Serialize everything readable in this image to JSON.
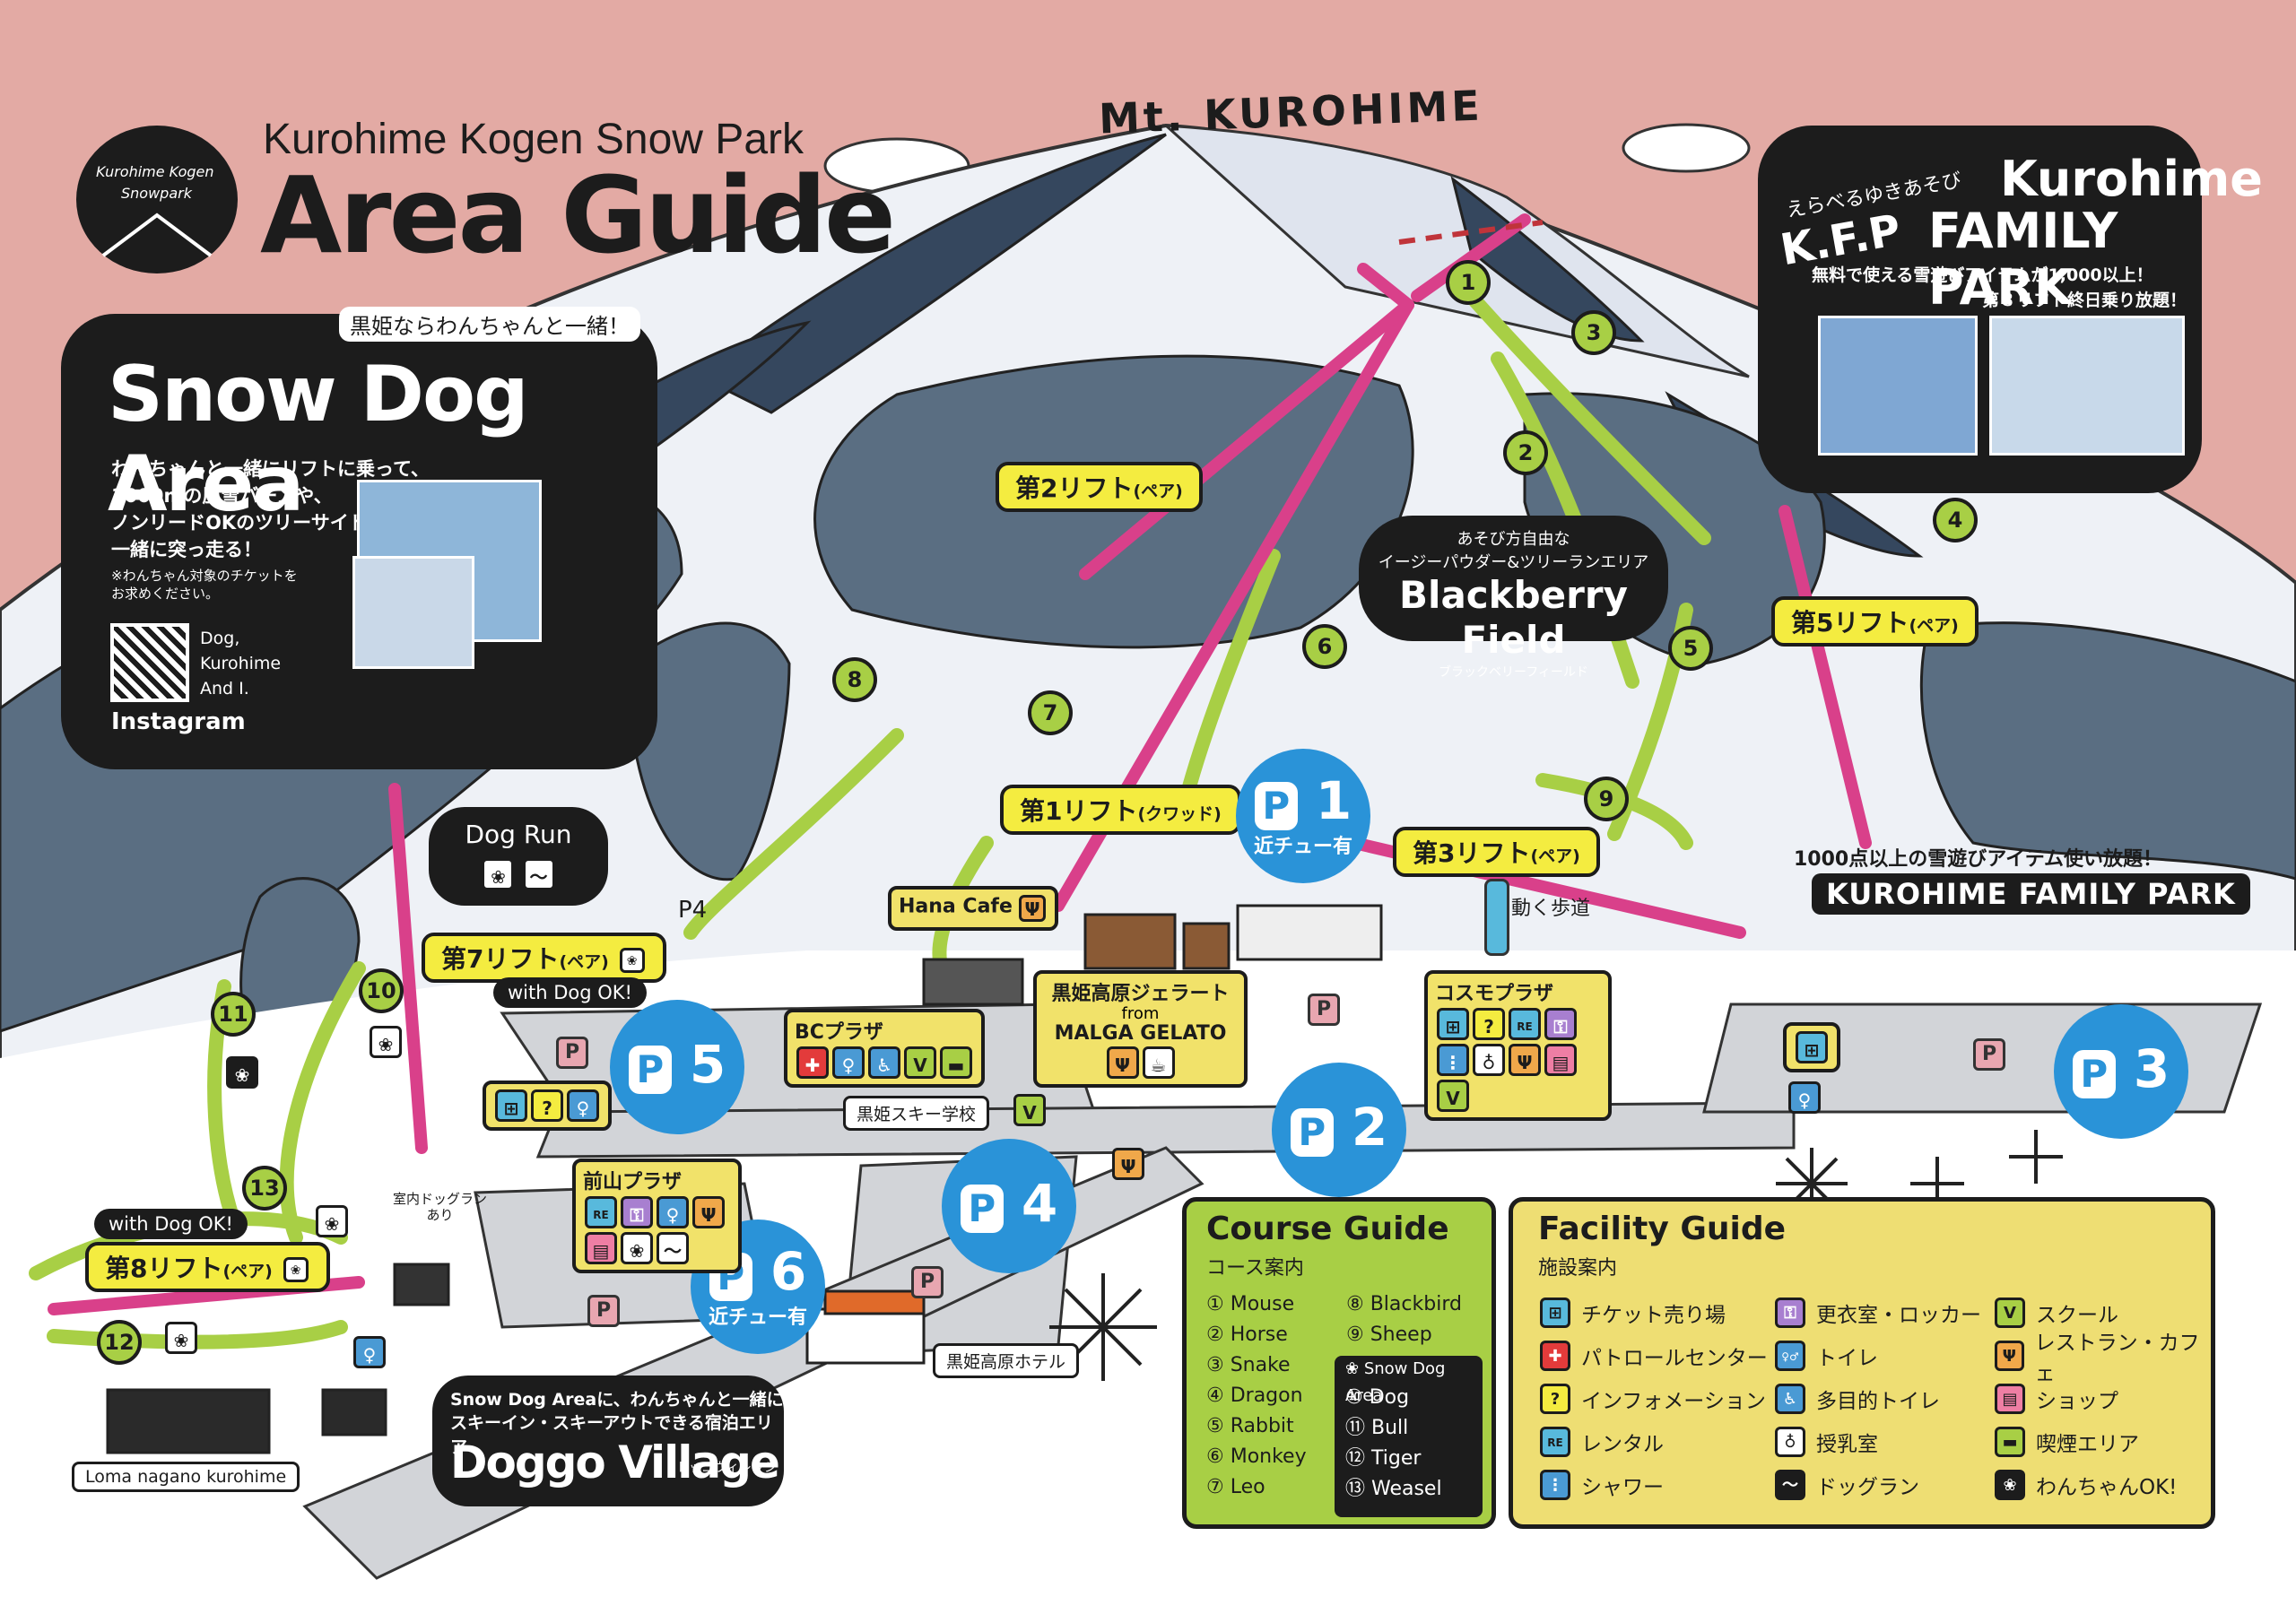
{
  "header": {
    "park_name": "Kurohime Kogen Snow Park",
    "title": "Area Guide",
    "logo_text_1": "Kurohime Kogen",
    "logo_text_2": "Snowpark",
    "mountain_name": "Mt. KUROHIME"
  },
  "snow_dog_area": {
    "tagline": "黒姫ならわんちゃんと一緒！",
    "title": "Snow Dog Area",
    "description_1": "わんちゃんと一緒にリフトに乗って、",
    "description_2": "1000mの圧雪バーンや、",
    "description_3": "ノンリードOKのツリーサイドコースを",
    "description_4": "一緒に突っ走る！",
    "note_1": "※わんちゃん対象のチケットを",
    "note_2": "お求めください。",
    "qr_caption_1": "Dog,",
    "qr_caption_2": "Kurohime",
    "qr_caption_3": "And I.",
    "instagram": "Instagram"
  },
  "dog_run": {
    "label": "Dog Run"
  },
  "family_park": {
    "subtitle": "えらべるゆきあそび",
    "kfp": "K.F.P",
    "title_1": "Kurohime",
    "title_2": "FAMILY PARK",
    "desc_1": "無料で使える雪遊びアイテムが1,000以上！",
    "desc_2": "第３リフト終日乗り放題！",
    "banner_tag": "1000点以上の雪遊びアイテム使い放題！",
    "banner": "KUROHIME FAMILY PARK"
  },
  "blackberry": {
    "tagline_1": "あそび方自由な",
    "tagline_2": "イージーパウダー&ツリーランエリア",
    "title": "Blackberry Field",
    "reading": "ブラックベリーフィールド"
  },
  "lifts": {
    "lift1": "第1リフト",
    "lift1_type": "(クワッド)",
    "lift2": "第2リフト",
    "lift2_type": "(ペア)",
    "lift3": "第3リフト",
    "lift3_type": "(ペア)",
    "lift5": "第5リフト",
    "lift5_type": "(ペア)",
    "lift7": "第7リフト",
    "lift7_type": "(ペア)",
    "lift8": "第8リフト",
    "lift8_type": "(ペア)"
  },
  "with_dog_ok": "with Dog OK!",
  "course_numbers": [
    "1",
    "2",
    "3",
    "4",
    "5",
    "6",
    "7",
    "8",
    "9",
    "10",
    "11",
    "12",
    "13"
  ],
  "parking": {
    "p1": "1",
    "p1_note": "近チュー有",
    "p2": "2",
    "p3": "3",
    "p4": "4",
    "p5": "5",
    "p6": "6",
    "p6_note": "近チュー有",
    "p_letter": "P",
    "p4_small": "P4"
  },
  "places": {
    "hana_cafe": "Hana Cafe",
    "moving_walk": "動く歩道",
    "cosmo_plaza": "コスモプラザ",
    "gelato_1": "黒姫高原ジェラート",
    "gelato_2": "from",
    "gelato_3": "MALGA GELATO",
    "bc_plaza": "BCプラザ",
    "ski_school": "黒姫スキー学校",
    "maeyama_plaza": "前山プラザ",
    "indoor_dogrun_1": "室内ドッグラン",
    "indoor_dogrun_2": "あり",
    "hotel": "黒姫高原ホテル",
    "loma": "Loma nagano kurohime"
  },
  "doggo_village": {
    "desc_1": "Snow Dog Areaに、わんちゃんと一緒に",
    "desc_2": "スキーイン・スキーアウトできる宿泊エリア",
    "title": "Doggo Village",
    "reading": "ドッゴヴィレッジ"
  },
  "course_guide": {
    "title": "Course Guide",
    "subtitle": "コース案内",
    "left": [
      "① Mouse",
      "② Horse",
      "③ Snake",
      "④ Dragon",
      "⑤ Rabbit",
      "⑥ Monkey",
      "⑦ Leo"
    ],
    "right": [
      "⑧ Blackbird",
      "⑨ Sheep"
    ],
    "dog_header": "Snow Dog Area",
    "dog": [
      "⑩ Dog",
      "⑪ Bull",
      "⑫ Tiger",
      "⑬ Weasel"
    ]
  },
  "facility_guide": {
    "title": "Facility Guide",
    "subtitle": "施設案内",
    "col1": [
      "チケット売り場",
      "パトロールセンター",
      "インフォメーション",
      "レンタル",
      "シャワー"
    ],
    "col2": [
      "更衣室・ロッカー",
      "トイレ",
      "多目的トイレ",
      "授乳室",
      "ドッグラン"
    ],
    "col3": [
      "スクール",
      "レストラン・カフェ",
      "ショップ",
      "喫煙エリア",
      "わんちゃんOK!"
    ],
    "icon_glyphs": {
      "ticket": "⊞",
      "patrol": "✚",
      "info": "?",
      "rental": "RE",
      "shower": "⋮",
      "locker": "⚿",
      "toilet": "♀♂",
      "accessible": "♿",
      "nursing": "♁",
      "dogrun": "〜",
      "school": "V",
      "restaurant": "Ψ",
      "shop": "▤",
      "smoking": "▬",
      "dog_ok": "❀"
    }
  },
  "colors": {
    "sky": "#e3aaa4",
    "snow": "#ffffff",
    "slope_blue": "#35475e",
    "lift": "#d9408a",
    "course": "#a8cf45",
    "label_yellow": "#f4ec40",
    "parking_blue": "#2a93d8",
    "course_box": "#a8cf45",
    "facility_box": "#eede73"
  }
}
